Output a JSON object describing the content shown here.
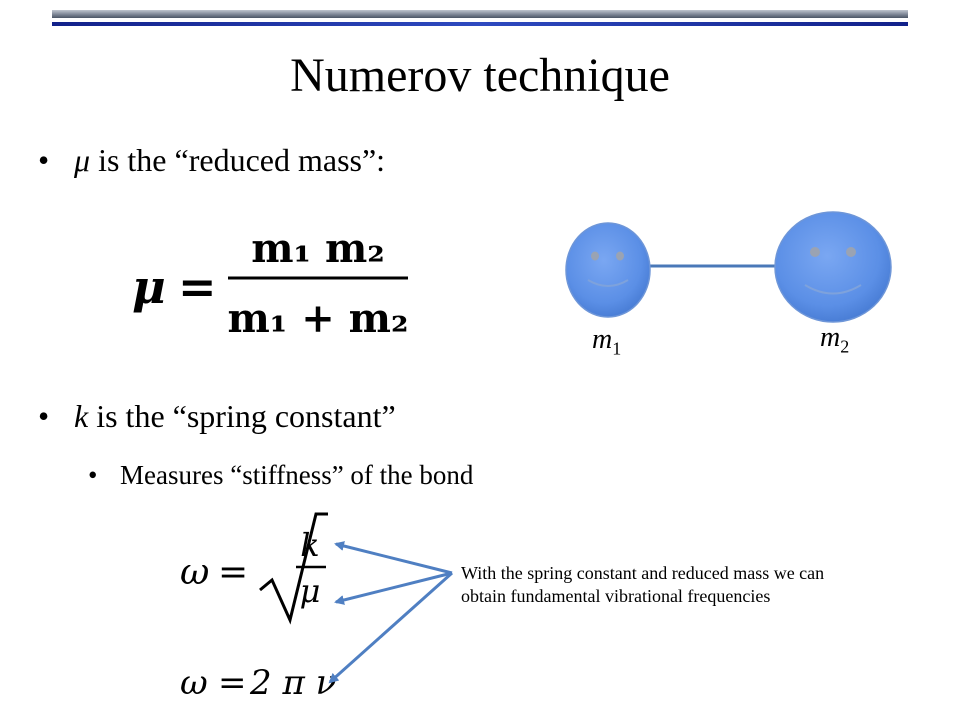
{
  "slide": {
    "title": "Numerov technique",
    "bullets": [
      {
        "symbol": "μ",
        "text": " is the “reduced mass”:"
      },
      {
        "symbol": "k",
        "text": " is the “spring constant”"
      }
    ],
    "sub_bullet": "Measures “stiffness” of the bond",
    "bullet_char": "•",
    "annotation": "With the spring constant and reduced mass we can obtain fundamental vibrational frequencies",
    "mass_labels": [
      {
        "var": "m",
        "sub": "1"
      },
      {
        "var": "m",
        "sub": "2"
      }
    ],
    "equations": {
      "reduced_mass": {
        "lhs": "μ",
        "eq": "=",
        "num": "m₁ m₂",
        "den": "m₁ + m₂"
      },
      "omega_sqrt": {
        "lhs": "ω",
        "eq": "=",
        "num": "k",
        "den": "μ"
      },
      "omega_freq": {
        "lhs": "ω",
        "eq": "=",
        "rhs": "2 π ν"
      }
    }
  },
  "colors": {
    "sphere": "#5b8fe6",
    "spring": "#4a78b8",
    "arrow": "#4f7fc2",
    "topbar_blue": "#1a2d9c"
  }
}
